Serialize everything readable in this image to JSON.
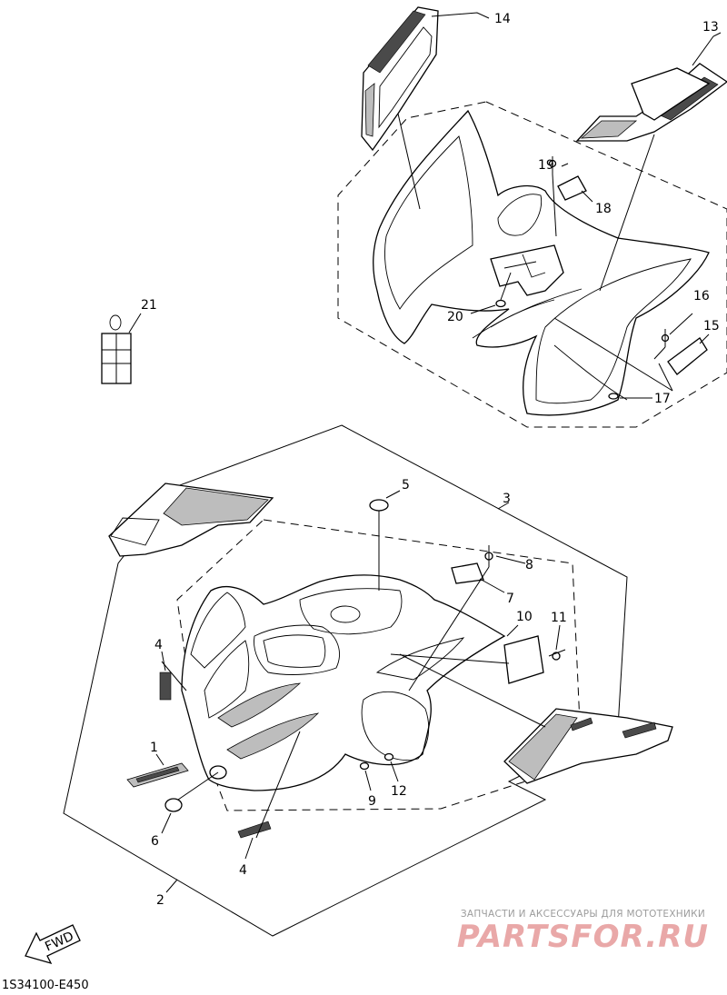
{
  "diagram": {
    "code": "1S34100-E450",
    "fwd_label": "FWD",
    "callouts": [
      "1",
      "2",
      "3",
      "4",
      "4",
      "5",
      "6",
      "7",
      "8",
      "9",
      "10",
      "11",
      "12",
      "13",
      "14",
      "15",
      "16",
      "17",
      "18",
      "19",
      "20",
      "21"
    ]
  },
  "watermark": {
    "subtitle": "ЗАПЧАСТИ И АКСЕССУАРЫ ДЛЯ МОТОТЕХНИКИ",
    "logo": "PARTSFOR.RU"
  }
}
